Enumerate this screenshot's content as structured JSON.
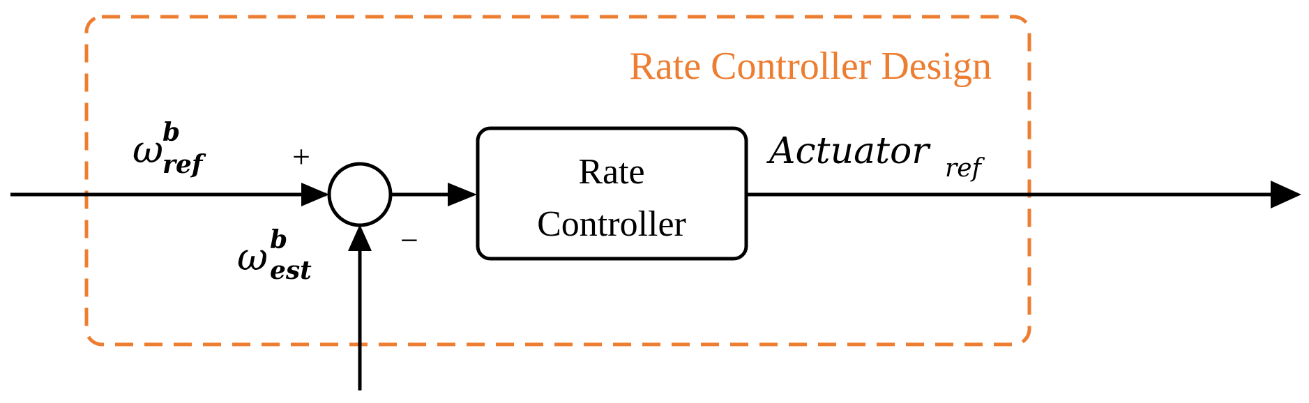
{
  "colors": {
    "accent": "#ED7D31",
    "ink": "#000000",
    "background": "#FFFFFF"
  },
  "region": {
    "label": "Rate Controller Design"
  },
  "block": {
    "line1": "Rate",
    "line2": "Controller"
  },
  "signals": {
    "reference": {
      "symbol": "ω",
      "superscript": "b",
      "subscript": "ref"
    },
    "estimate": {
      "symbol": "ω",
      "superscript": "b",
      "subscript": "est"
    },
    "output": {
      "base": "Actuator",
      "subscript": "ref"
    }
  },
  "summing_junction": {
    "plus_sign": "+",
    "minus_sign": "−"
  }
}
